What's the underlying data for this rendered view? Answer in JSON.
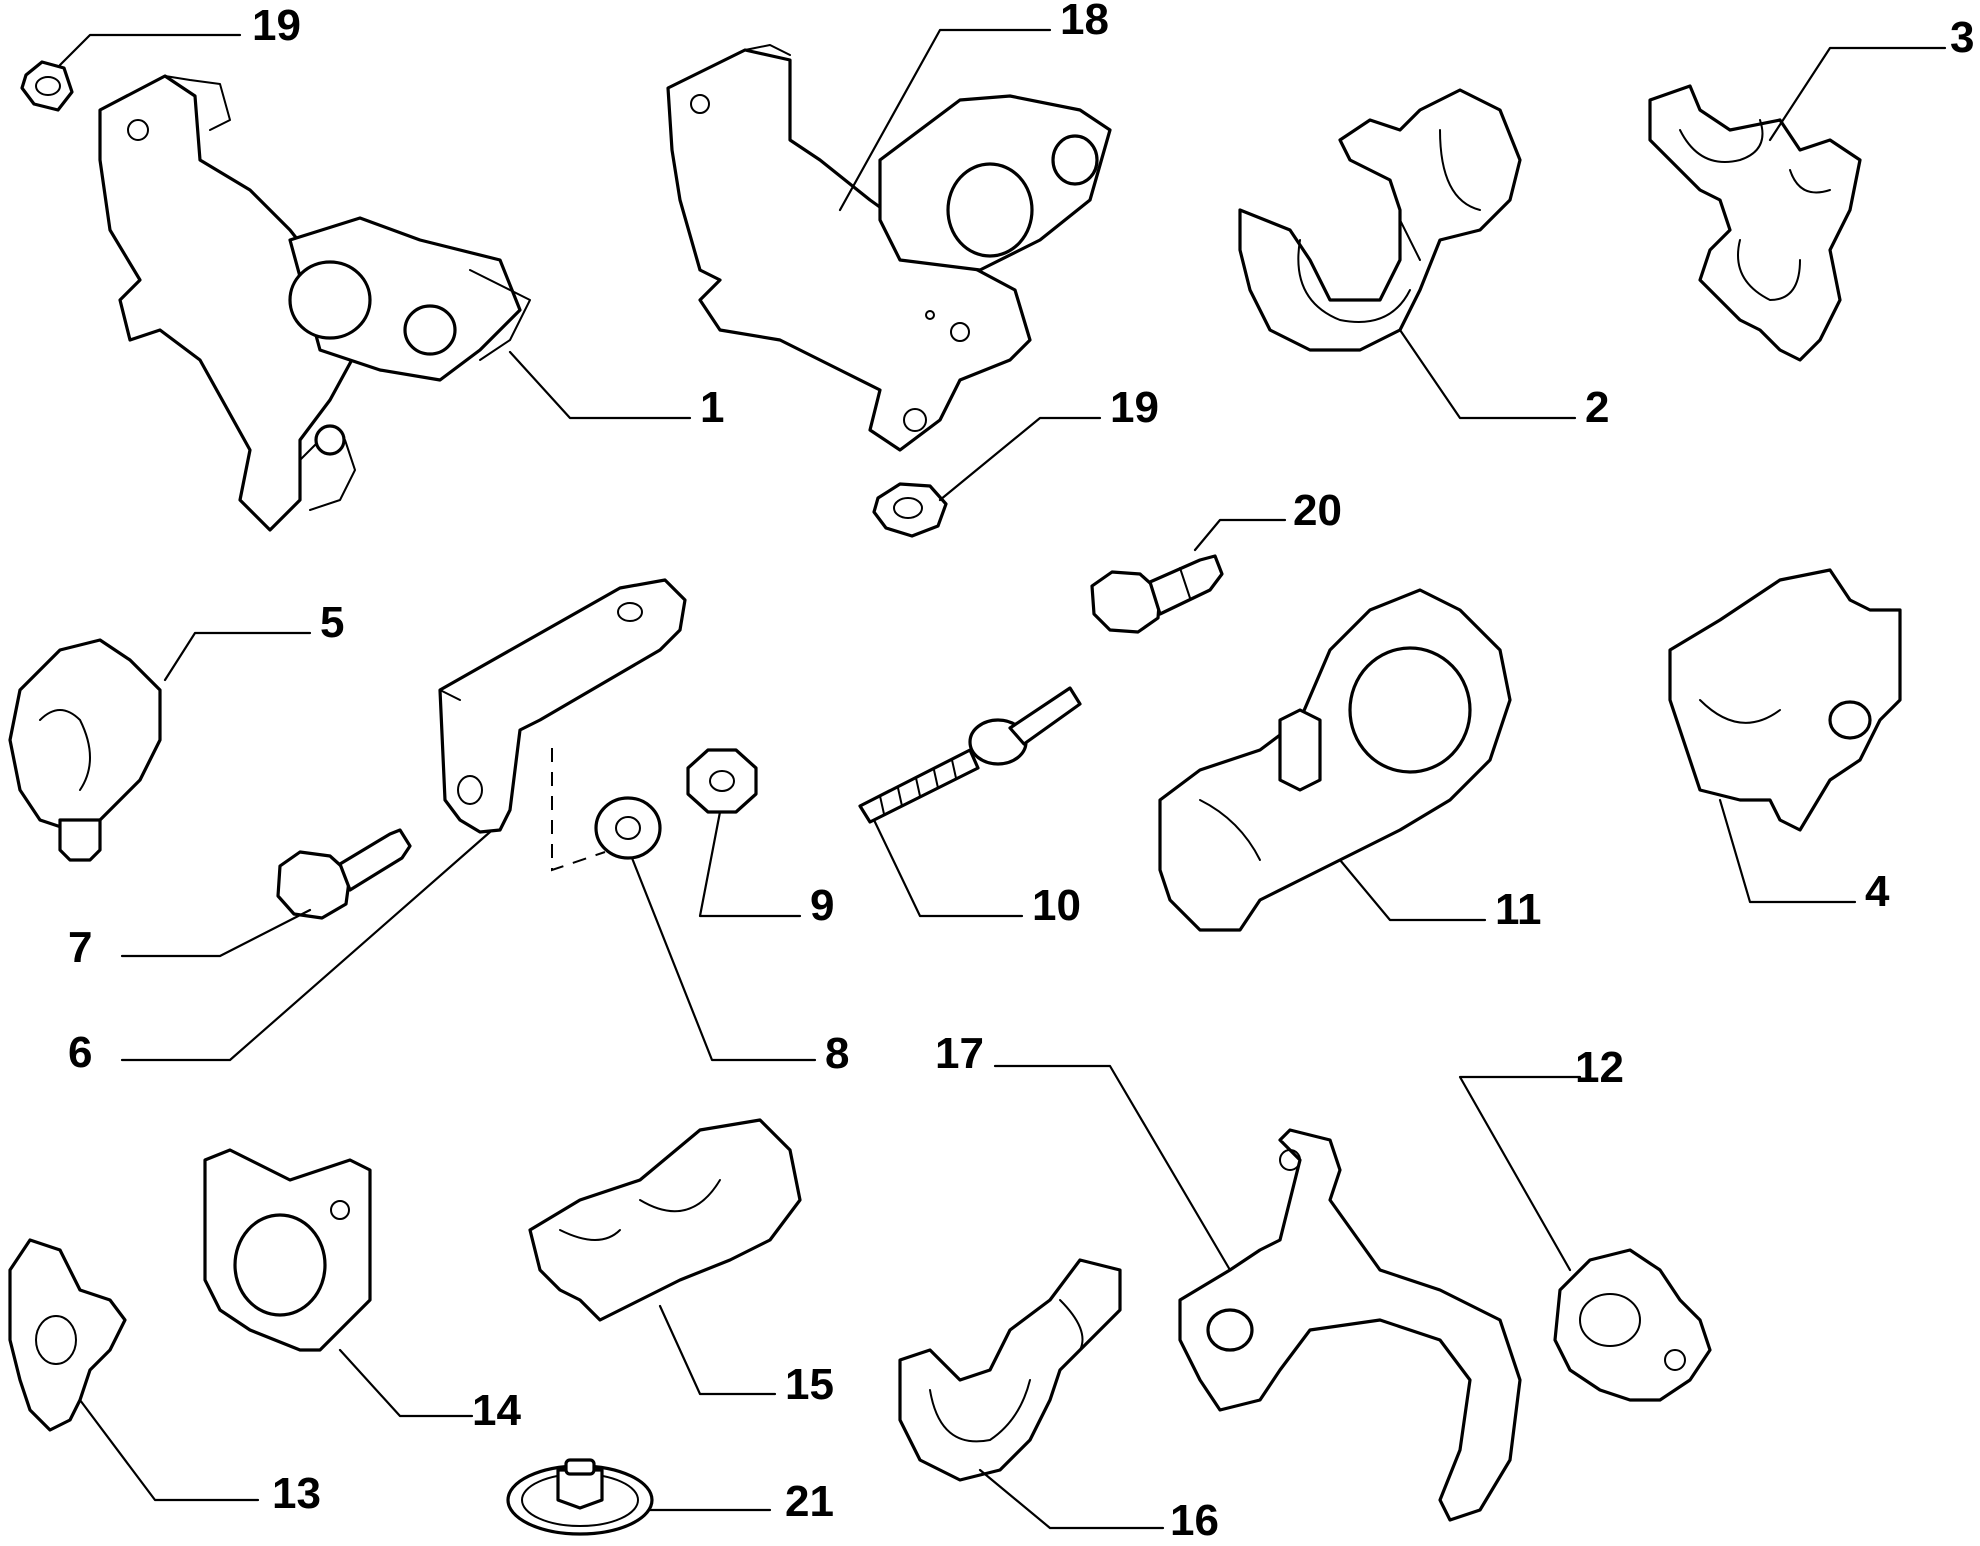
{
  "callouts": [
    {
      "id": "c19a",
      "text": "19"
    },
    {
      "id": "c18",
      "text": "18"
    },
    {
      "id": "c3",
      "text": "3"
    },
    {
      "id": "c1",
      "text": "1"
    },
    {
      "id": "c19b",
      "text": "19"
    },
    {
      "id": "c2",
      "text": "2"
    },
    {
      "id": "c20",
      "text": "20"
    },
    {
      "id": "c5",
      "text": "5"
    },
    {
      "id": "c4",
      "text": "4"
    },
    {
      "id": "c9",
      "text": "9"
    },
    {
      "id": "c10",
      "text": "10"
    },
    {
      "id": "c11",
      "text": "11"
    },
    {
      "id": "c7",
      "text": "7"
    },
    {
      "id": "c6",
      "text": "6"
    },
    {
      "id": "c8",
      "text": "8"
    },
    {
      "id": "c17",
      "text": "17"
    },
    {
      "id": "c12",
      "text": "12"
    },
    {
      "id": "c15",
      "text": "15"
    },
    {
      "id": "c14",
      "text": "14"
    },
    {
      "id": "c13",
      "text": "13"
    },
    {
      "id": "c21",
      "text": "21"
    },
    {
      "id": "c16",
      "text": "16"
    }
  ]
}
